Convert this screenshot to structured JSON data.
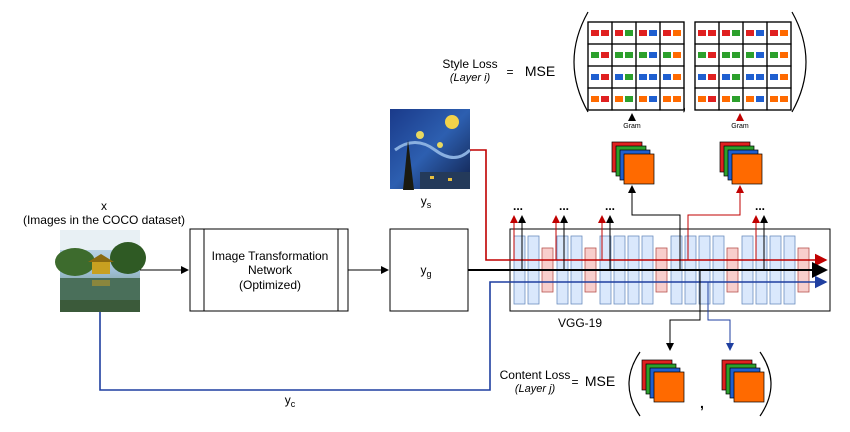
{
  "input": {
    "symbol": "x",
    "caption": "(Images in the COCO dataset)"
  },
  "transform_network": {
    "line1": "Image Transformation",
    "line2": "Network",
    "line3": "(Optimized)"
  },
  "generated": {
    "symbol": "y",
    "subscript": "g"
  },
  "style_image": {
    "symbol": "y",
    "subscript": "s"
  },
  "content_image": {
    "symbol": "y",
    "subscript": "c"
  },
  "vgg": {
    "label": "VGG-19"
  },
  "style_loss": {
    "title": "Style Loss",
    "layer": "(Layer i)",
    "equals": "=",
    "mse": "MSE",
    "gram_label": "Gram",
    "comma": ","
  },
  "content_loss": {
    "title": "Content Loss",
    "layer": "(Layer j)",
    "equals": "=",
    "mse": "MSE",
    "comma": ","
  },
  "ellipsis": "...",
  "colors": {
    "red": "#c00000",
    "black": "#000000",
    "blue": "#1f3fa0",
    "conv_fill": "#dae8fc",
    "conv_stroke": "#6c8ebf",
    "pool_fill": "#f8cecc",
    "pool_stroke": "#b85450",
    "fmap_red": "#e02020",
    "fmap_green": "#2ca02c",
    "fmap_blue": "#1f5fd0",
    "fmap_orange": "#ff6a00"
  }
}
